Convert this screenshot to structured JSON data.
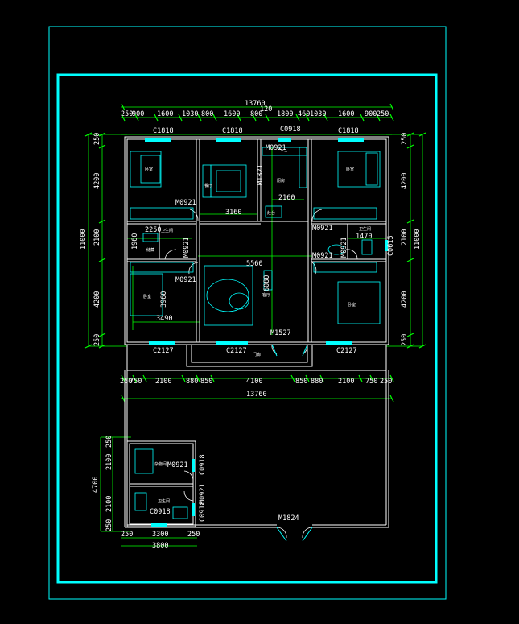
{
  "colors": {
    "background": "#000000",
    "border": "#00ffff",
    "walls": "#ffffff",
    "dimension": "#00ff00",
    "furniture": "#00ffff",
    "text": "#ffffff"
  },
  "top_dims": {
    "total": "13760",
    "segments": [
      "250",
      "900",
      "1600",
      "1030",
      "800",
      "1600",
      "800",
      "120",
      "1800",
      "460",
      "1030",
      "1600",
      "900",
      "250"
    ]
  },
  "bottom_dims": {
    "total": "13760",
    "segments": [
      "250",
      "750",
      "2100",
      "880",
      "850",
      "4100",
      "850",
      "880",
      "2100",
      "750",
      "250"
    ]
  },
  "left_dims": {
    "total": "11000",
    "segments": [
      "250",
      "4200",
      "2100",
      "4200",
      "250"
    ]
  },
  "right_dims": {
    "total": "11000",
    "segments": [
      "250",
      "4200",
      "2100",
      "4200",
      "250"
    ]
  },
  "windows": {
    "bedroom_nw": "C1818",
    "dining": "C1818",
    "kitchen": "C0918",
    "bedroom_ne": "C1818",
    "bath_e": "C0615",
    "bottom_left": "C2127",
    "bottom_mid": "C2127",
    "bottom_right": "C2127"
  },
  "doors": {
    "kitchen": "M0921",
    "dining_kitchen": "M1821",
    "bedroom_nw": "M0921",
    "bedroom_ne": "M0921",
    "bath_w": "M0921",
    "bedroom_sw": "M0921",
    "bath_e": "M0921",
    "bedroom_se": "M0921",
    "entrance": "M1527"
  },
  "room_dims": {
    "stair_w": "1960",
    "bath_w": "2250",
    "dining": "3160",
    "kitchen": "2160",
    "bath_e": "1470",
    "living_w": "5560",
    "living_h": "6080",
    "bed_sw_h": "3960",
    "bed_sw_w": "3490"
  },
  "room_labels": {
    "bedroom": "卧室",
    "dining": "餐厅",
    "kitchen": "厨房",
    "bath": "卫生间",
    "living": "客厅",
    "storage": "储藏",
    "porch": "门廊",
    "stove": "灶台",
    "tool": "杂物间"
  },
  "annex": {
    "left_total": "4700",
    "left_segments": [
      "250",
      "2100",
      "2100",
      "250"
    ],
    "bottom_total": "3800",
    "bottom_segments": [
      "250",
      "3300",
      "250"
    ],
    "door_upper": "M0921",
    "window_upper": "C0918",
    "door_lower": "M0921",
    "window_lower": "C0918",
    "window_bottom": "C0918",
    "gate": "M1824"
  }
}
